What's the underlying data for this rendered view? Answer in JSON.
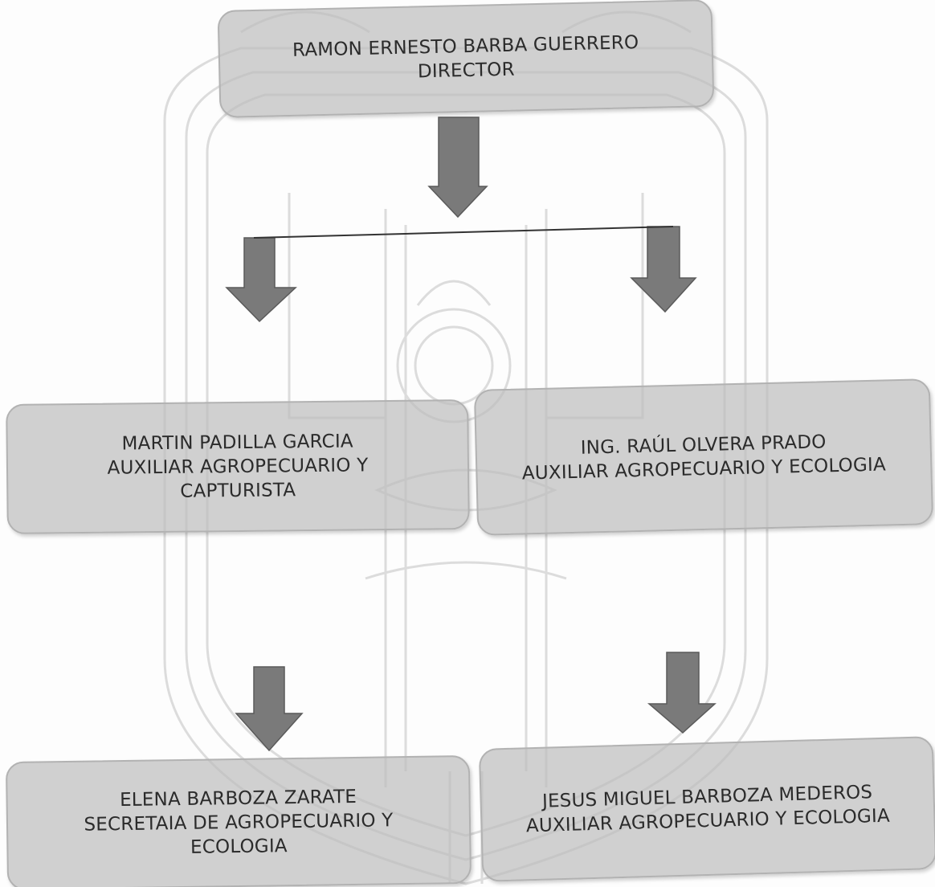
{
  "diagram": {
    "director": {
      "name": "RAMON ERNESTO BARBA GUERRERO",
      "role": "DIRECTOR"
    },
    "staff": [
      {
        "name": "MARTIN PADILLA GARCIA",
        "role_line1": "AUXILIAR AGROPECUARIO Y",
        "role_line2": "CAPTURISTA"
      },
      {
        "name": "ING. RAÚL OLVERA PRADO",
        "role_line1": "AUXILIAR AGROPECUARIO Y ECOLOGIA"
      },
      {
        "name": "ELENA BARBOZA ZARATE",
        "role_line1": "SECRETAIA DE AGROPECUARIO Y",
        "role_line2": "ECOLOGIA"
      },
      {
        "name": "JESUS MIGUEL BARBOZA MEDEROS",
        "role_line1": "AUXILIAR AGROPECUARIO Y ECOLOGIA"
      }
    ]
  },
  "colors": {
    "box_fill": "#bebebe",
    "arrow_fill": "#7a7a7a",
    "text": "#2b2b2b",
    "watermark_line": "#dcdcdc"
  }
}
